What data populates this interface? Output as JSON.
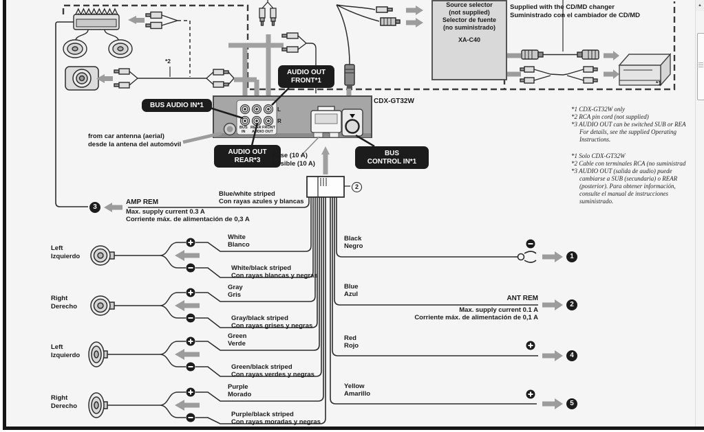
{
  "doc": {
    "kind": "car stereo wiring diagram"
  },
  "unit": {
    "model": "CDX-GT32W",
    "jack_l": "L",
    "jack_r": "R",
    "jack_bus": "BUS",
    "jack_in": "IN",
    "jack_rear": "REAR",
    "jack_front": "FRONT",
    "jack_audio_out": "AUDIO OUT",
    "fuse_en": "Fuse (10 A)",
    "fuse_es": "Fusible (10 A)"
  },
  "bubbles": {
    "bus_audio_in": "BUS AUDIO IN*1",
    "audio_out_front_1": "AUDIO OUT",
    "audio_out_front_2": "FRONT*1",
    "audio_out_rear_1": "AUDIO OUT",
    "audio_out_rear_2": "REAR*3",
    "bus_control_1": "BUS",
    "bus_control_2": "CONTROL IN*1"
  },
  "top_left": {
    "star2": "*2",
    "antenna_en": "from car antenna (aerial)",
    "antenna_es": "desde la antena del automóvil"
  },
  "source_selector": {
    "l1": "Source selector",
    "l2": "(not supplied)",
    "l3": "Selector de fuente",
    "l4": "(no suministrado)",
    "model": "XA-C40"
  },
  "changer_box": {
    "en": "Supplied with the CD/MD changer",
    "es": "Suministrado con el cambiador de CD/MD",
    "star1": "*1"
  },
  "notes_en": [
    "*1 CDX-GT32W only",
    "*2 RCA pin cord (not supplied)",
    "*3 AUDIO OUT can be switched SUB or REA",
    "For details, see the supplied Operating",
    "Instructions."
  ],
  "notes_es": [
    "*1 Solo CDX-GT32W",
    "*2 Cable con terminales RCA (no suministrad",
    "*3 AUDIO OUT (salida de audio) puede",
    "cambiarse a SUB (secundaria) o REAR",
    "(posterior). Para obtener información,",
    "consulte el manual de instrucciones",
    "suministrado."
  ],
  "amp_rem": {
    "title": "AMP REM",
    "en": "Max. supply current 0.3 A",
    "es": "Corriente máx. de alimentación de 0,3 A"
  },
  "harness": {
    "wire_en": "Blue/white striped",
    "wire_es": "Con rayas azules y blancas"
  },
  "speakers": [
    {
      "pos_en": "Left",
      "pos_es": "Izquierdo",
      "plus_en": "White",
      "plus_es": "Blanco",
      "minus_en": "White/black striped",
      "minus_es": "Con rayas blancas y negras"
    },
    {
      "pos_en": "Right",
      "pos_es": "Derecho",
      "plus_en": "Gray",
      "plus_es": "Gris",
      "minus_en": "Gray/black striped",
      "minus_es": "Con rayas grises y negras"
    },
    {
      "pos_en": "Left",
      "pos_es": "Izquierdo",
      "plus_en": "Green",
      "plus_es": "Verde",
      "minus_en": "Green/black striped",
      "minus_es": "Con rayas verdes y negras"
    },
    {
      "pos_en": "Right",
      "pos_es": "Derecho",
      "plus_en": "Purple",
      "plus_es": "Morado",
      "minus_en": "Purple/black striped",
      "minus_es": "Con rayas moradas y negras"
    }
  ],
  "power": {
    "black_en": "Black",
    "black_es": "Negro",
    "blue_en": "Blue",
    "blue_es": "Azul",
    "ant_rem": "ANT REM",
    "blue_max_en": "Max. supply current 0.1 A",
    "blue_max_es": "Corriente máx. de alimentación de 0,1 A",
    "red_en": "Red",
    "red_es": "Rojo",
    "yellow_en": "Yellow",
    "yellow_es": "Amarillo"
  },
  "circled": {
    "n1": "1",
    "n2": "2",
    "n3": "3",
    "n4": "4",
    "n5": "5",
    "harness": "2"
  },
  "scrollbar": {
    "up_arrow": "▲"
  },
  "colors": {
    "accent_gray": "#a0a0a0",
    "panel_gray": "#a6a6a6",
    "bubble_black": "#1c1c1c",
    "background": "#f5f5f6"
  }
}
